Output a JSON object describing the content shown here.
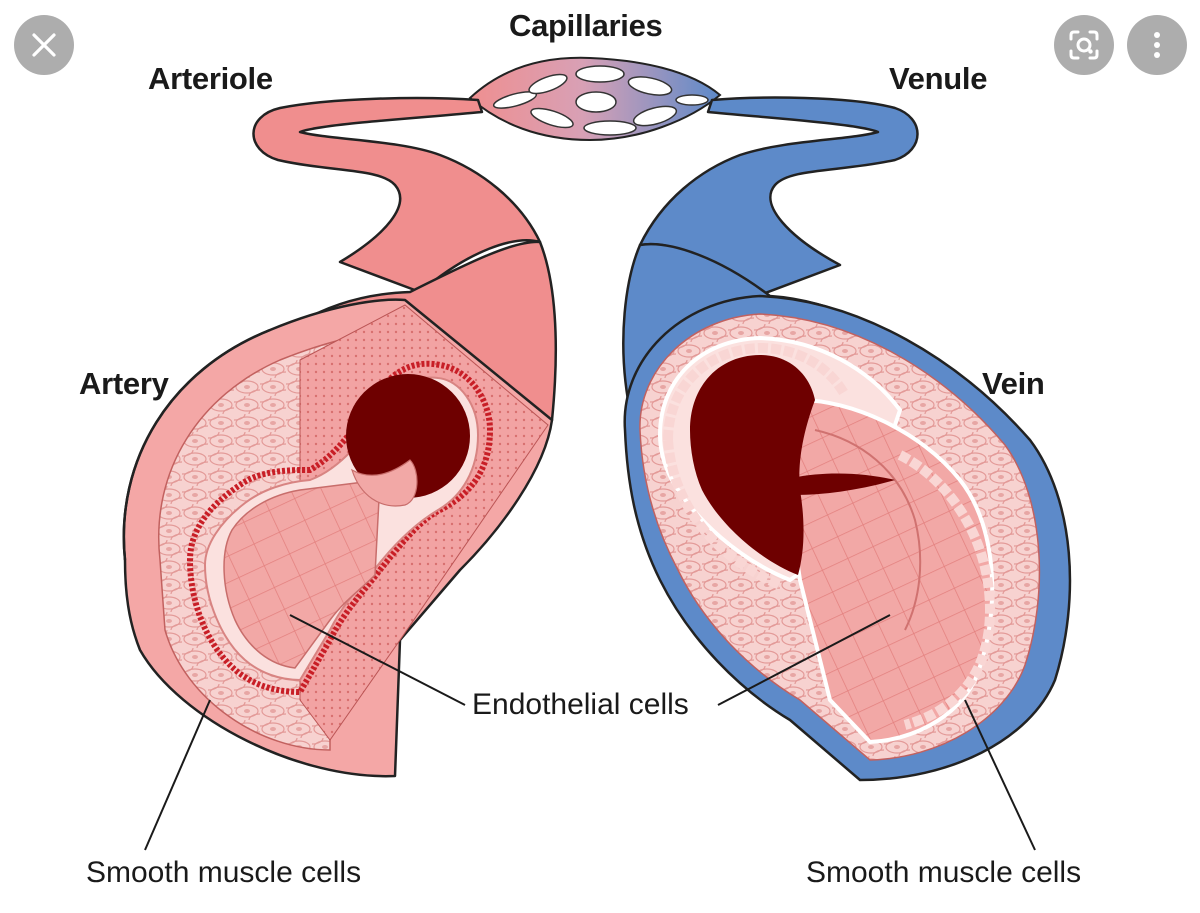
{
  "labels": {
    "capillaries": "Capillaries",
    "arteriole": "Arteriole",
    "venule": "Venule",
    "artery": "Artery",
    "vein": "Vein",
    "endothelial": "Endothelial cells",
    "smooth_left": "Smooth muscle cells",
    "smooth_right": "Smooth muscle cells"
  },
  "controls": {
    "close_icon": "close-icon",
    "lens_icon": "lens-search-icon",
    "more_icon": "more-vertical-icon"
  },
  "colors": {
    "artery_wall": "#f08e8e",
    "artery_outline": "#222222",
    "lumen": "#6e0000",
    "internal_elastic": "#c81e26",
    "vein_wall": "#5d8ac9",
    "vein_inner": "#f4c4c2",
    "button_bg": "#a9a9a9"
  }
}
